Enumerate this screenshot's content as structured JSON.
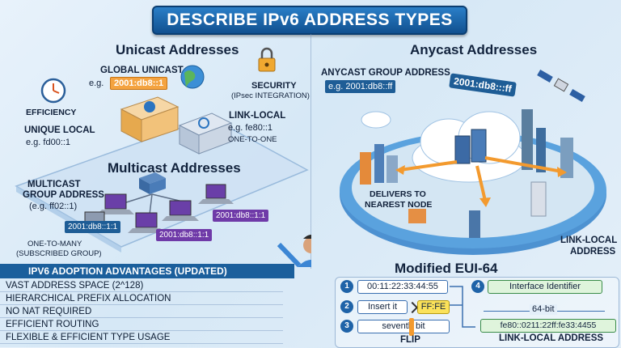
{
  "title": "DESCRIBE IPv6 ADDRESS TYPES",
  "unicast": {
    "heading": "Unicast Addresses",
    "global_label": "GLOBAL UNICAST",
    "global_prefix": "e.g.",
    "global_addr": "2001:db8::1",
    "security_label": "SECURITY",
    "security_sub": "(IPsec INTEGRATION)",
    "efficiency_label": "EFFICIENCY",
    "unique_local_label": "UNIQUE LOCAL",
    "unique_local_addr": "e.g. fd00::1",
    "link_local_label": "LINK-LOCAL",
    "link_local_addr": "e.g. fe80::1",
    "link_local_note": "ONE-TO-ONE"
  },
  "multicast": {
    "heading": "Multicast Addresses",
    "group_label_1": "MULTICAST",
    "group_label_2": "GROUP ADDRESS",
    "group_example": "(e.g. ff02::1)",
    "chip_a": "2001:db8::1:1",
    "chip_b": "2001:db8::1:1",
    "chip_c": "2001:db8::1:1",
    "note_1": "ONE-TO-MANY",
    "note_2": "(SUBSCRIBED GROUP)"
  },
  "anycast": {
    "heading": "Anycast Addresses",
    "group_label": "ANYCAST GROUP ADDRESS",
    "group_example": "e.g. 2001:db8::ff",
    "floating_addr": "2001:db8:::ff",
    "delivers_1": "DELIVERS TO",
    "delivers_2": "NEAREST NODE",
    "link_local_1": "LINK-LOCAL",
    "link_local_2": "ADDRESS"
  },
  "advantages": {
    "heading": "IPV6 ADOPTION ADVANTAGES (UPDATED)",
    "items": [
      "VAST ADDRESS SPACE (2^128)",
      "HIERARCHICAL PREFIX ALLOCATION",
      "NO NAT REQUIRED",
      "EFFICIENT ROUTING",
      "FLEXIBLE & EFFICIENT TYPE USAGE"
    ]
  },
  "eui64": {
    "heading": "Modified EUI-64",
    "step1_num": "1",
    "step1_mac": "00:11:22:33:44:55",
    "step2_num": "2",
    "step2_text": "Insert it",
    "step2_value": "FF:FE",
    "step3_num": "3",
    "step3_text": "seventh bit",
    "flip_label": "FLIP",
    "step4_num": "4",
    "step4_text": "Interface Identifier",
    "bits_label": "64-bit",
    "result_addr": "fe80::0211:22ff:fe33:4455",
    "result_label": "LINK-LOCAL ADDRESS"
  },
  "colors": {
    "banner": "#1a6cb5",
    "accent_orange": "#f4a340",
    "accent_purple": "#6f3aa8",
    "accent_green": "#3a8c48"
  }
}
